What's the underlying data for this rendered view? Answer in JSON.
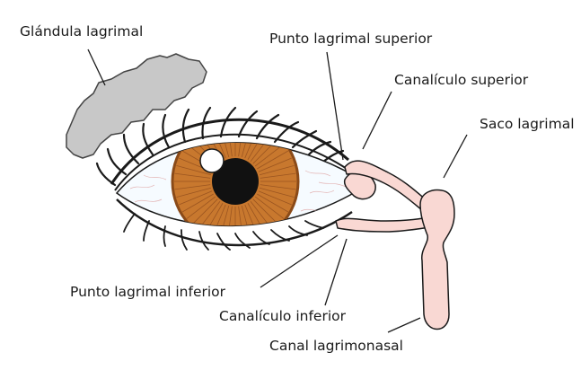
{
  "labels": {
    "lacrimal_gland": "Glándula lagrimal",
    "upper_punctum": "Punto lagrimal superior",
    "upper_canaliculus": "Canalículo superior",
    "lacrimal_sac": "Saco lagrimal",
    "lower_punctum": "Punto lagrimal inferior",
    "lower_canaliculus": "Canalículo inferior",
    "nasolacrimal_duct": "Canal lagrimonasal"
  },
  "colors": {
    "gland": "#c8c8c8",
    "iris": "#c8782e",
    "pupil": "#111111",
    "ducts": "#f9d8d3",
    "outline": "#1a1a1a",
    "sclera": "#f6fbff"
  }
}
